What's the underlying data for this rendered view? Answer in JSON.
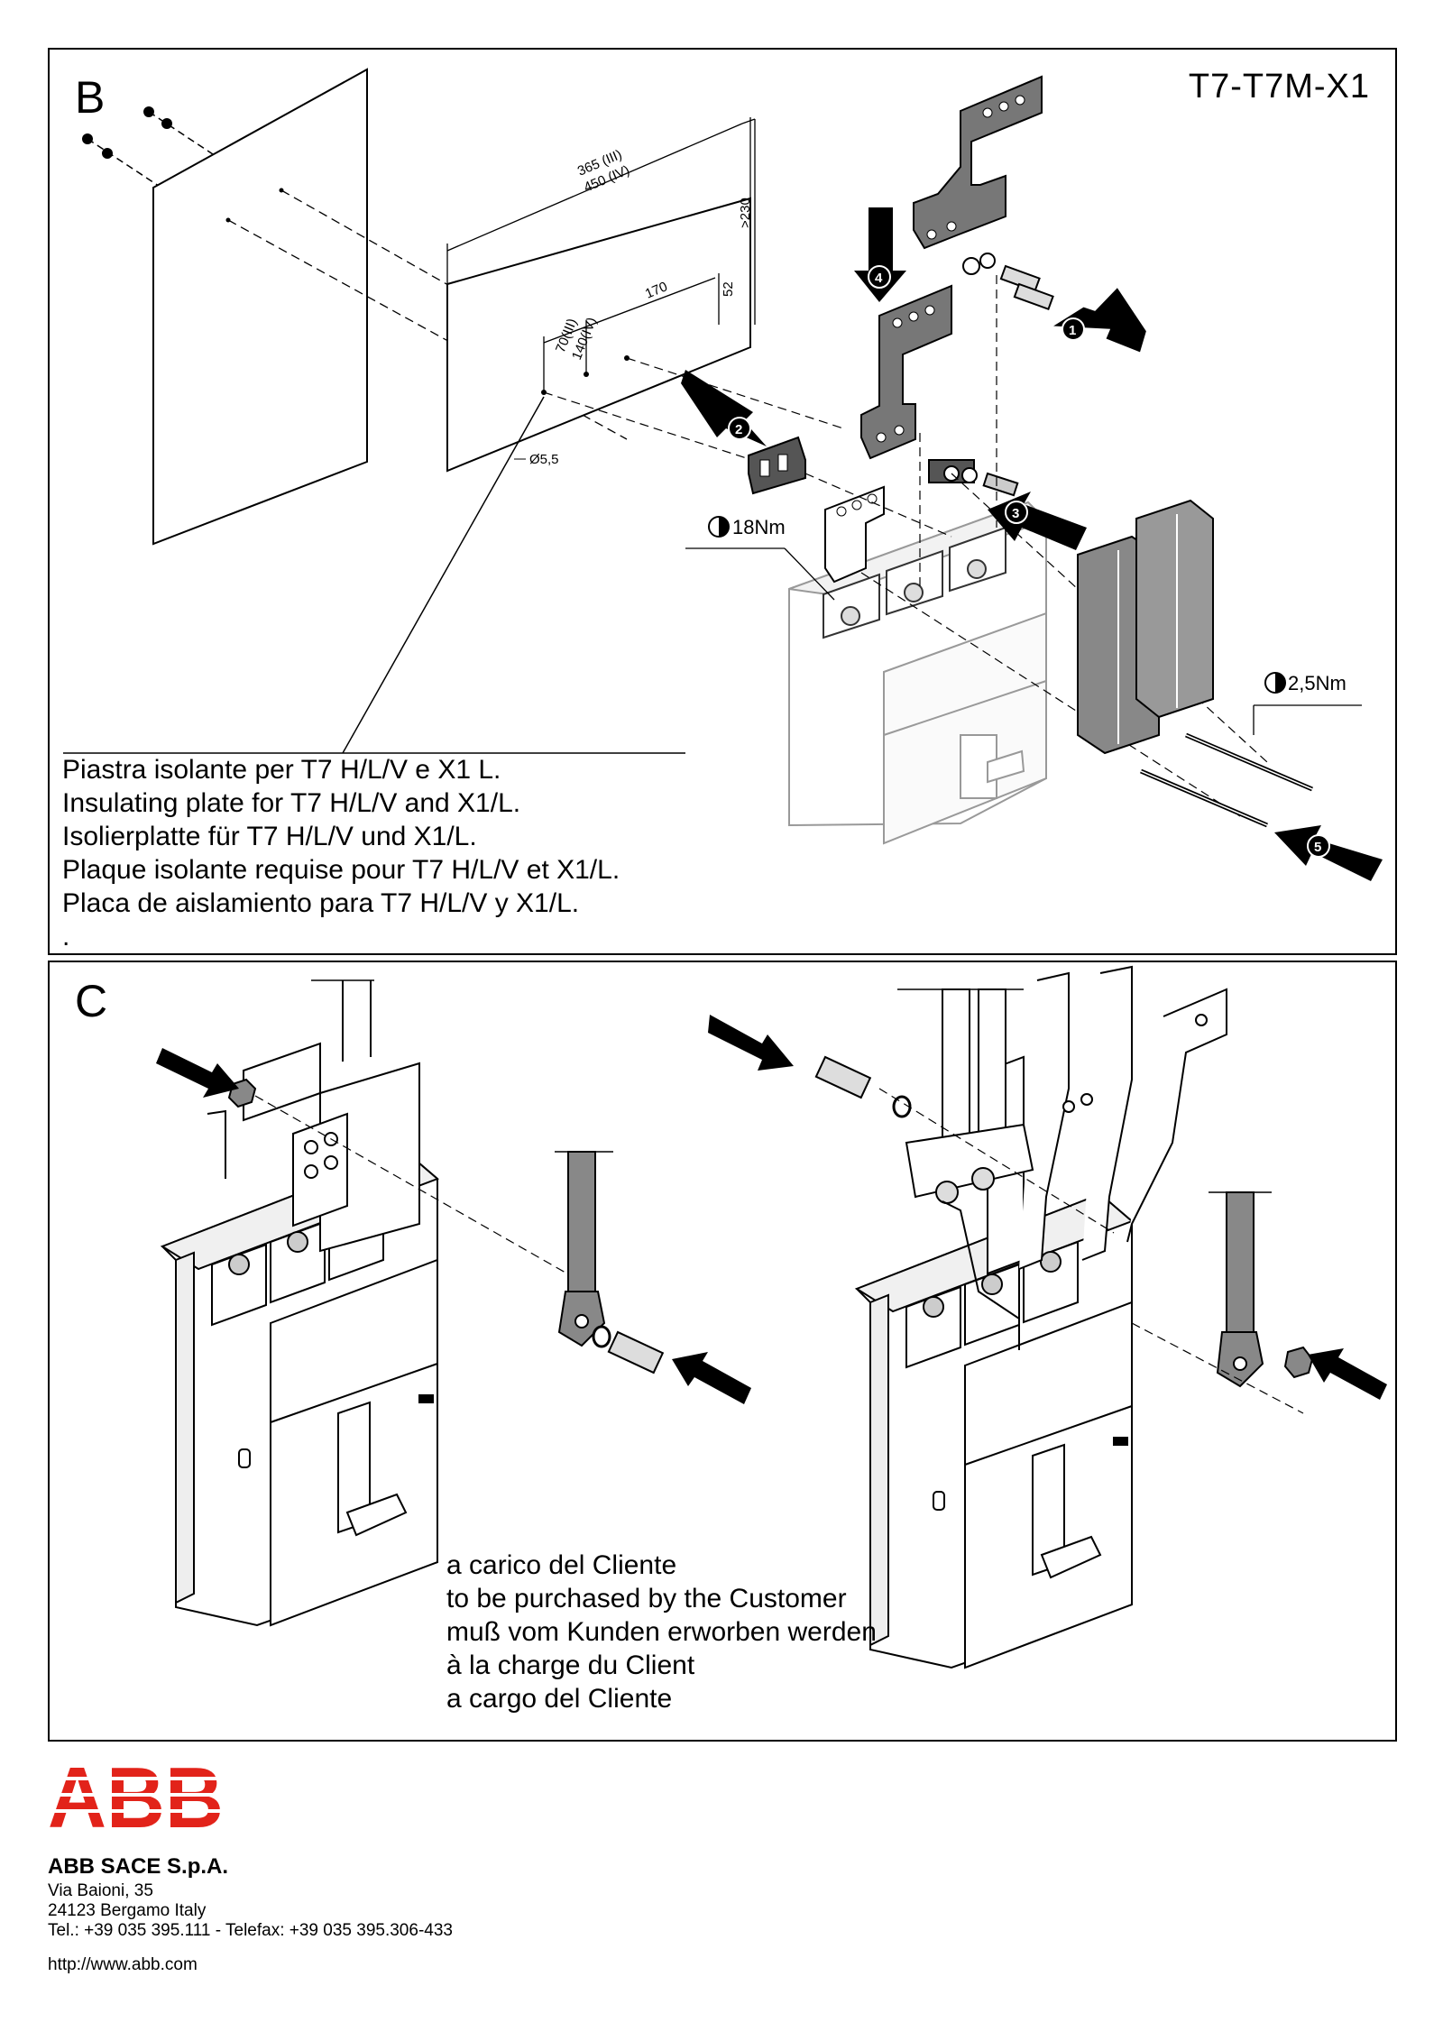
{
  "panel_b": {
    "letter": "B",
    "model": "T7-T7M-X1",
    "dims": {
      "w365": "365 (III)",
      "w450": "450 (IV)",
      "h230": ">230",
      "d170": "170",
      "d52": "52",
      "d70": "70(III)",
      "d140": "140(IV)",
      "hole": "Ø5,5"
    },
    "torque_main": "18Nm",
    "torque_small": "2,5Nm",
    "steps": [
      "1",
      "2",
      "3",
      "4",
      "5"
    ],
    "caption": [
      "Piastra isolante per T7 H/L/V e X1 L.",
      "Insulating plate for T7 H/L/V and X1/L.",
      "Isolierplatte für T7 H/L/V und X1/L.",
      "Plaque isolante requise pour T7 H/L/V et X1/L.",
      "Placa de aislamiento para T7 H/L/V y X1/L.",
      "."
    ]
  },
  "panel_c": {
    "letter": "C",
    "caption": [
      "a carico del Cliente",
      "to be purchased by the Customer",
      "muß vom Kunden erworben werden",
      "à la charge du Client",
      "a cargo del Cliente"
    ]
  },
  "footer": {
    "logo_text": "ABB",
    "logo_color": "#e2231a",
    "company": "ABB SACE S.p.A.",
    "address": [
      "Via Baioni, 35",
      "24123 Bergamo Italy",
      "Tel.: +39 035 395.111 - Telefax: +39 035 395.306-433"
    ],
    "url": "http://www.abb.com"
  }
}
